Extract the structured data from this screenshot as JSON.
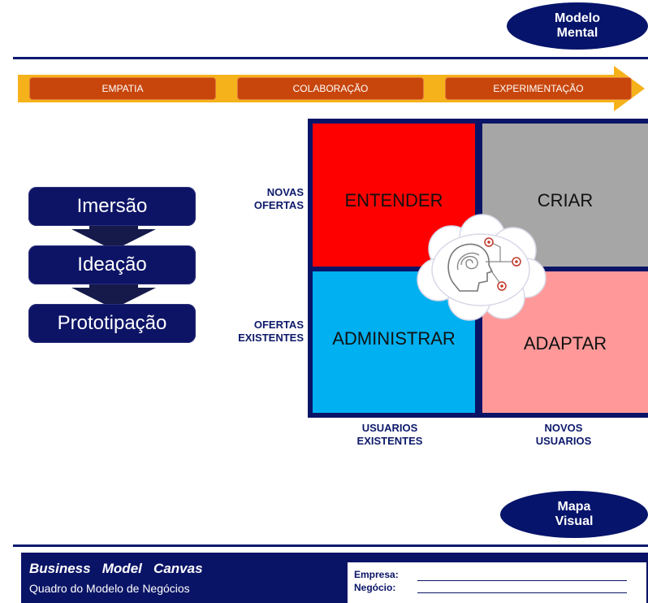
{
  "ovals": {
    "top": [
      "Modelo",
      "Mental"
    ],
    "bottom": [
      "Mapa",
      "Visual"
    ]
  },
  "phases": [
    "EMPATIA",
    "COLABORAÇÃO",
    "EXPERIMENTAÇÃO"
  ],
  "steps": [
    "Imersão",
    "Ideação",
    "Prototipação"
  ],
  "row_labels": {
    "top": [
      "NOVAS",
      "OFERTAS"
    ],
    "bottom": [
      "OFERTAS",
      "EXISTENTES"
    ]
  },
  "col_labels": {
    "left": [
      "USUARIOS",
      "EXISTENTES"
    ],
    "right": [
      "NOVOS",
      "USUARIOS"
    ]
  },
  "quadrants": {
    "top_left": "ENTENDER",
    "top_right": "CRIAR",
    "bottom_left": "ADMINISTRAR",
    "bottom_right": "ADAPTAR"
  },
  "colors": {
    "entender": "#ff0000",
    "criar": "#a6a6a6",
    "administrar": "#00b0f0",
    "adaptar": "#ff9999",
    "navy": "#0a1466",
    "phase": "#c8460c",
    "arrow": "#f6b21a"
  },
  "footer": {
    "title_a": "Business",
    "title_b": "Model",
    "title_c": "Canvas",
    "subtitle": "Quadro do Modelo de Negócios",
    "empresa_label": "Empresa:",
    "negocio_label": "Negócio:"
  },
  "icons": {
    "center": "brain-cloud-icon"
  }
}
